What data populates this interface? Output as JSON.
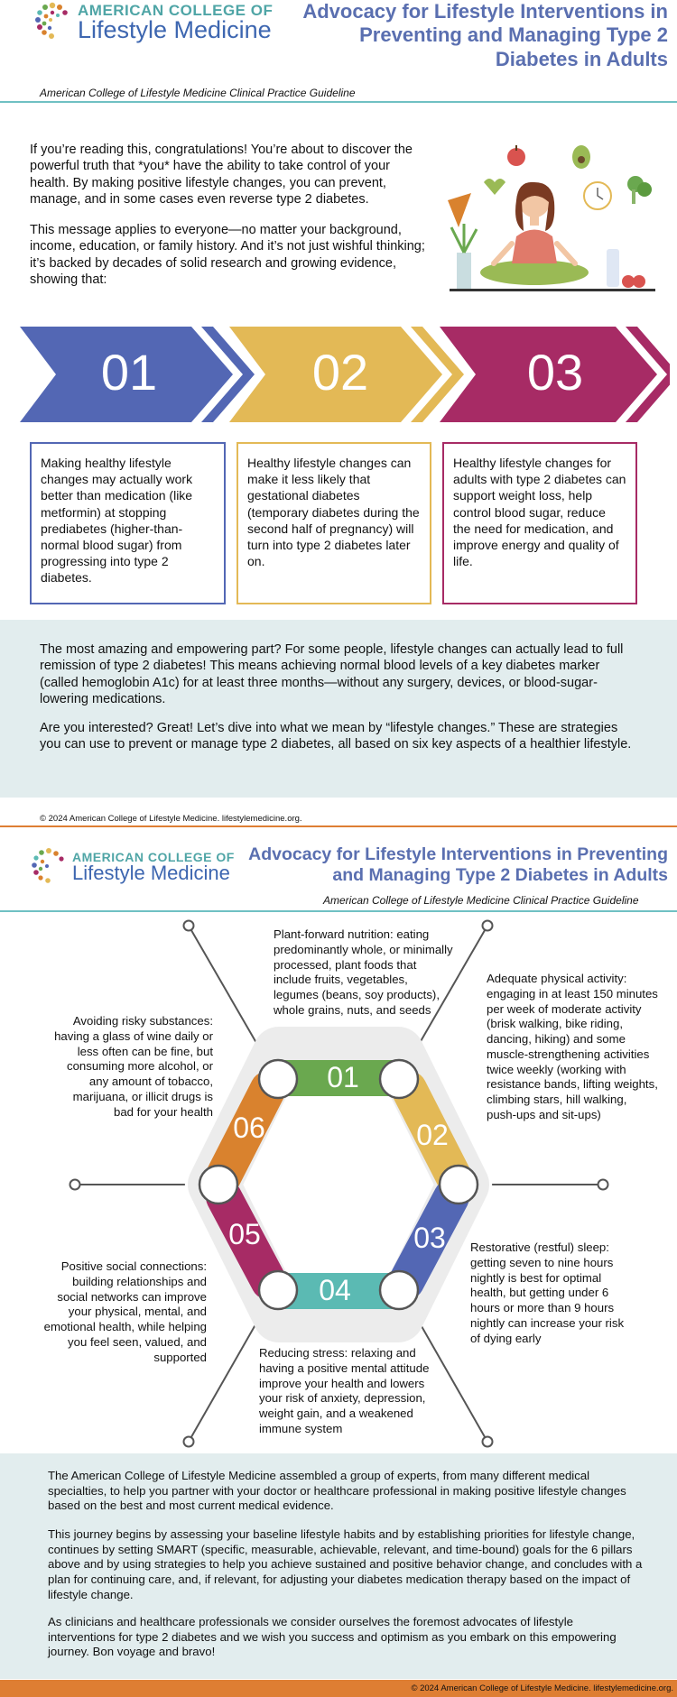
{
  "logo": {
    "line1": "AMERICAN COLLEGE OF",
    "line2": "Lifestyle Medicine"
  },
  "page1": {
    "title": "Advocacy for Lifestyle Interventions in Preventing and Managing Type 2 Diabetes in Adults",
    "subtitle": "American College of Lifestyle Medicine Clinical Practice Guideline",
    "intro1": "If you’re reading this, congratulations! You’re about to discover the powerful truth that *you* have the ability to take control of your health. By making positive lifestyle changes, you can prevent, manage, and in some cases even reverse type 2 diabetes.",
    "intro2": "This message applies to everyone—no matter your background, income, education, or family history. And it’s not just wishful thinking; it’s backed by decades of solid research and growing evidence, showing that:",
    "steps": [
      {
        "num": "01",
        "text": "Making healthy lifestyle changes may actually work better than medication (like metformin) at stopping prediabetes (higher-than-normal blood sugar) from progressing into type 2 diabetes."
      },
      {
        "num": "02",
        "text": "Healthy lifestyle changes can make it less likely that gestational diabetes (temporary diabetes during the second half of pregnancy) will turn into type 2 diabetes later on."
      },
      {
        "num": "03",
        "text": "Healthy lifestyle changes for adults with type 2 diabetes can support weight loss, help control blood sugar, reduce the need for medication, and improve energy and quality of life."
      }
    ],
    "band1": "The most amazing and empowering part? For some people, lifestyle changes can actually lead to full remission of type 2 diabetes! This means achieving normal blood levels of a key diabetes marker (called hemoglobin A1c) for at least three months—without any surgery, devices, or blood-sugar-lowering medications.",
    "band2": "Are you interested? Great! Let’s dive into what we mean by “lifestyle changes.” These are strategies you can use to prevent or manage type 2 diabetes, all based on six key aspects of a healthier lifestyle.",
    "copyright": "© 2024 American College of Lifestyle Medicine. lifestylemedicine.org."
  },
  "page2": {
    "title": "Advocacy for Lifestyle Interventions in Preventing and Managing Type 2 Diabetes in Adults",
    "subtitle": "American College of Lifestyle Medicine Clinical Practice Guideline",
    "pillars": [
      {
        "num": "01",
        "text": "Plant-forward nutrition: eating predominantly whole, or minimally processed, plant foods that include fruits, vegetables, legumes (beans, soy products), whole grains, nuts, and seeds"
      },
      {
        "num": "02",
        "text": "Adequate physical activity: engaging in at least 150 minutes per week of moderate activity (brisk walking, bike riding, dancing, hiking) and some muscle-strengthening activities twice weekly (working with resistance bands, lifting weights, climbing stars, hill walking, push-ups and sit-ups)"
      },
      {
        "num": "03",
        "text": "Restorative (restful) sleep: getting seven to nine hours nightly is best for optimal health, but getting under 6 hours or more than 9 hours nightly can increase your risk of dying early"
      },
      {
        "num": "04",
        "text": "Reducing stress: relaxing and having a positive mental attitude improve your health and lowers your risk of anxiety, depression, weight gain, and a weakened immune system"
      },
      {
        "num": "05",
        "text": "Positive social connections: building relationships and social networks can improve your physical, mental, and emotional health, while helping you feel seen, valued, and supported"
      },
      {
        "num": "06",
        "text": "Avoiding risky substances: having a glass of wine daily or less often can be fine, but consuming more alcohol, or any amount of tobacco, marijuana, or illicit drugs is bad for your health"
      }
    ],
    "band1": "The American College of Lifestyle Medicine assembled a group of experts, from many different medical specialties, to help you partner with your doctor or healthcare professional in making positive lifestyle changes based on the best and most current medical evidence.",
    "band2": "This journey begins by assessing your baseline lifestyle habits and by establishing priorities for lifestyle change, continues by setting SMART (specific, measurable, achievable, relevant, and time-bound) goals for the 6 pillars above and by using strategies to help you achieve sustained and positive behavior change, and concludes with a plan for continuing care, and, if relevant, for adjusting your diabetes medication therapy based on the impact of lifestyle change.",
    "band3": "As clinicians and healthcare professionals we consider ourselves the foremost advocates of lifestyle interventions for type 2 diabetes and we wish you success and optimism as you embark on this empowering journey. Bon voyage and bravo!",
    "footer": "© 2024 American College of Lifestyle Medicine. lifestylemedicine.org."
  },
  "colors": {
    "blue": "#5367b4",
    "yellow": "#e3b956",
    "magenta": "#a72b65",
    "green": "#6aa84f",
    "orange": "#d9822e",
    "teal": "#5bbab3",
    "accent_blue": "#3d66b0"
  }
}
